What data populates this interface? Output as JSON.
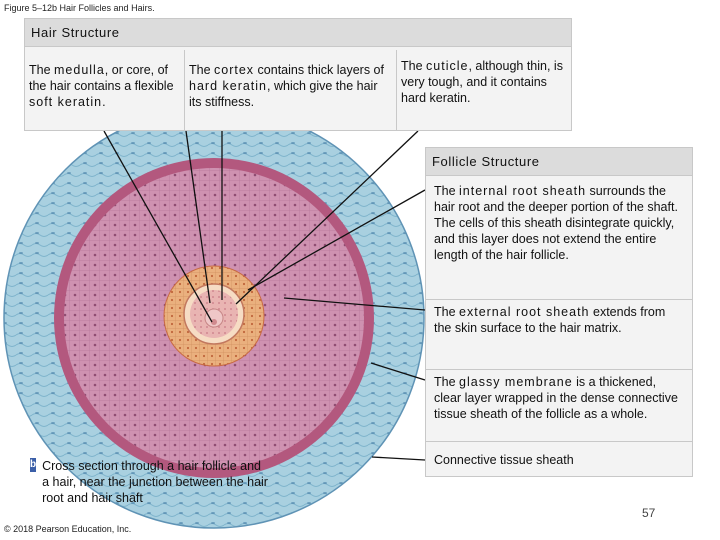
{
  "figure_title": "Figure 5–12b Hair Follicles and Hairs.",
  "hair_structure": {
    "heading": "Hair Structure",
    "medulla": {
      "pre": "The ",
      "term": "medulla",
      "post": ", or core, of the hair contains a flexible ",
      "term2": "soft keratin",
      "end": "."
    },
    "cortex": {
      "pre": "The ",
      "term": "cortex",
      "mid": " contains thick layers of ",
      "term2": "hard keratin",
      "end": ", which give the hair its stiffness."
    },
    "cuticle": {
      "pre": "The ",
      "term": "cuticle",
      "post": ", although thin, is very tough, and it contains hard keratin."
    }
  },
  "follicle_structure": {
    "heading": "Follicle Structure",
    "internal": {
      "pre": "The ",
      "term": "internal root sheath",
      "post": " surrounds the hair root and the deeper portion of the shaft. The cells of this sheath disintegrate quickly, and this layer does not extend the entire length of the hair follicle."
    },
    "external": {
      "pre": "The ",
      "term": "external root sheath",
      "post": " extends from the skin surface to the hair matrix."
    },
    "glassy": {
      "pre": "The ",
      "term": "glassy membrane",
      "post": " is a thickened, clear layer wrapped in the dense connective tissue sheath of the follicle as a whole."
    },
    "connective": "Connective tissue sheath"
  },
  "caption": {
    "badge": "b",
    "text": "Cross section through a hair follicle and a hair, near the junction between the hair root and hair shaft"
  },
  "copyright": "© 2018 Pearson Education, Inc.",
  "page_number": "57",
  "colors": {
    "connective_tissue": "#a9d0e0",
    "glassy_membrane": "#b3587e",
    "external_sheath": "#cf92b1",
    "internal_sheath": "#eab07e",
    "cuticle": "#f6dcc4",
    "cortex": "#e9b4b2",
    "medulla": "#efc7c7"
  }
}
